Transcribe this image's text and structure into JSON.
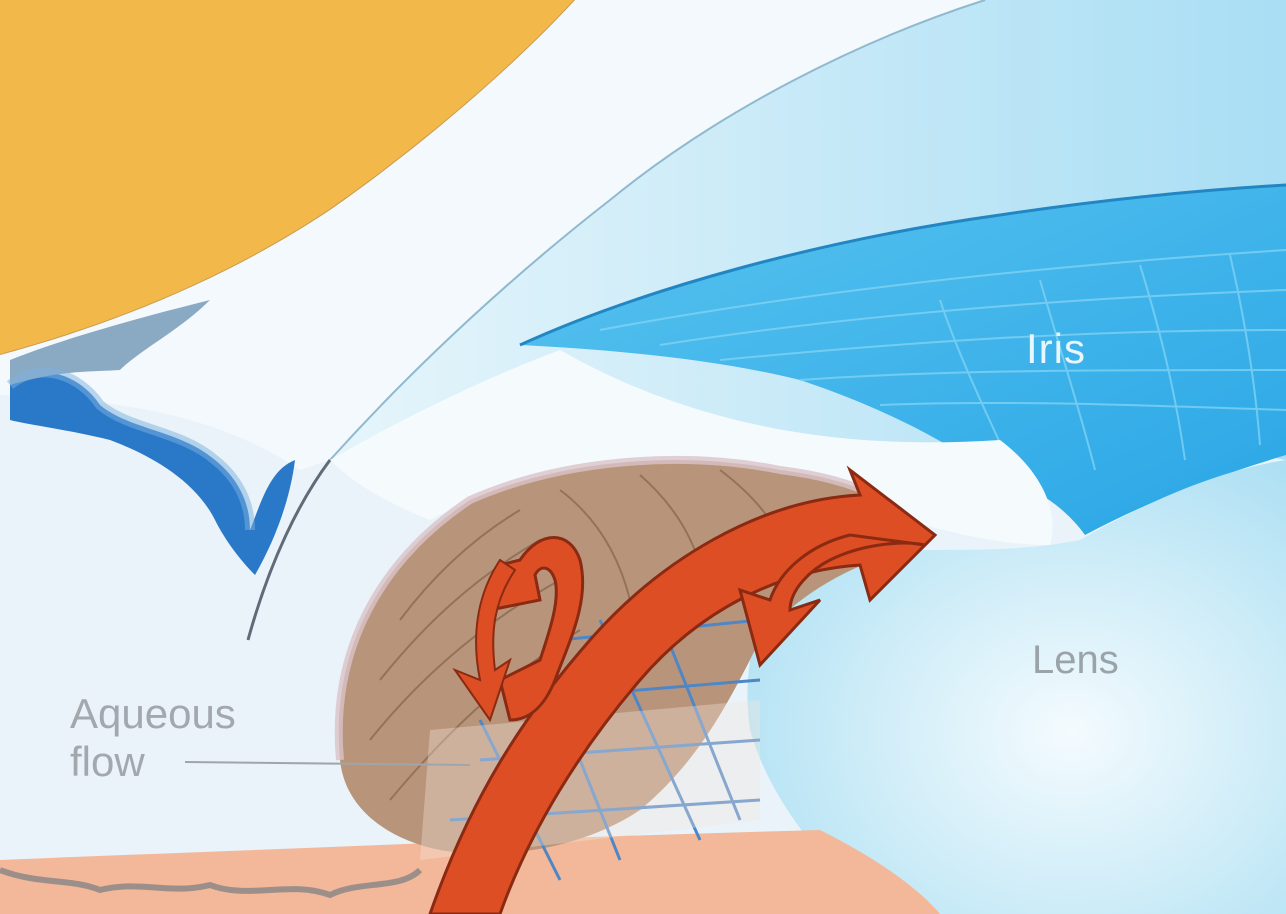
{
  "labels": {
    "iris": "Iris",
    "lens": "Lens",
    "aqueous_line1": "Aqueous",
    "aqueous_line2": "flow"
  },
  "colors": {
    "background": "#e9f3f9",
    "sclera": "#f2b94a",
    "cornea": "#eef6fb",
    "anterior_chamber": "#bfe6f6",
    "iris": "#3ab3ea",
    "lens": "#dcf1fa",
    "ciliary_body": "#b8957a",
    "flow_arrow": "#de4e24",
    "canal": "#2a78c8",
    "zonules": "#4e86c6",
    "choroid": "#f2b899"
  }
}
